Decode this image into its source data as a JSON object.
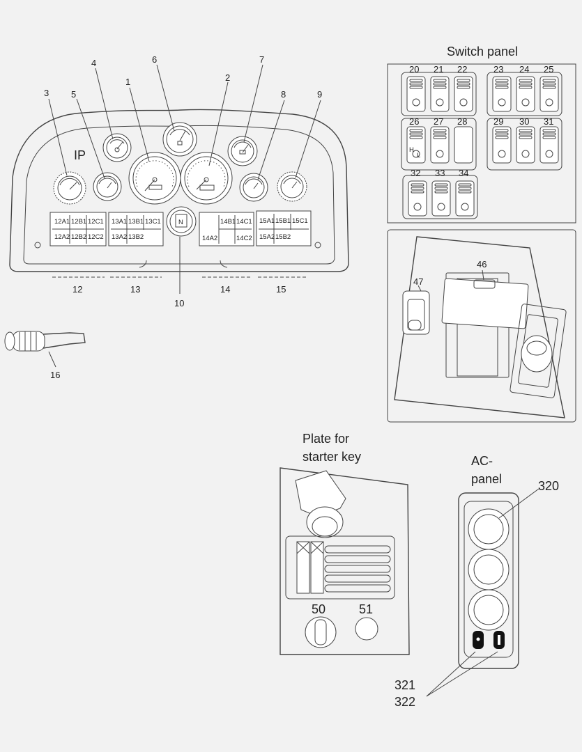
{
  "titles": {
    "ip": "IP",
    "switch_panel": "Switch panel",
    "plate_line1": "Plate for",
    "plate_line2": "starter key",
    "ac_line1": "AC-",
    "ac_line2": "panel"
  },
  "ip_callouts": {
    "c1": "1",
    "c2": "2",
    "c3": "3",
    "c4": "4",
    "c5": "5",
    "c6": "6",
    "c7": "7",
    "c8": "8",
    "c9": "9",
    "c10": "10",
    "c12": "12",
    "c13": "13",
    "c14": "14",
    "c15": "15",
    "c16": "16"
  },
  "fuse_blocks": {
    "b12": {
      "r1": [
        "12A1",
        "12B1",
        "12C1"
      ],
      "r2": [
        "12A2",
        "12B2",
        "12C2"
      ]
    },
    "b13": {
      "r1": [
        "13A1",
        "13B1",
        "13C1"
      ],
      "r2": [
        "13A2",
        "13B2"
      ]
    },
    "b14": {
      "r1": [
        "14B1",
        "14C1"
      ],
      "r2": [
        "14A2",
        "14C2"
      ]
    },
    "b15": {
      "r1": [
        "15A1",
        "15B1",
        "15C1"
      ],
      "r2": [
        "15A2",
        "15B2"
      ]
    }
  },
  "switch_numbers": [
    "20",
    "21",
    "22",
    "23",
    "24",
    "25",
    "26",
    "27",
    "28",
    "29",
    "30",
    "31",
    "32",
    "33",
    "34"
  ],
  "lever_callouts": {
    "c46": "46",
    "c47": "47"
  },
  "plate_callouts": {
    "c50": "50",
    "c51": "51"
  },
  "ac_callouts": {
    "c320": "320",
    "c321": "321",
    "c322": "322"
  },
  "switch_glyphs": {
    "hl_h": "H",
    "hl_l": "L"
  },
  "icons": [
    "gauge-icon",
    "speedometer-icon",
    "tachometer-icon",
    "gear-indicator-icon",
    "lamp-icon",
    "beacon-icon",
    "warning-triangle-icon",
    "ignition-key-icon",
    "joystick-icon"
  ]
}
